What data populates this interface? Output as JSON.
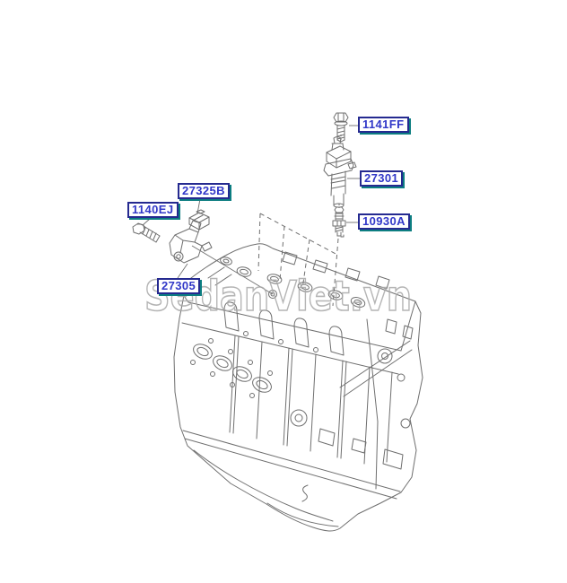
{
  "diagram": {
    "watermark": "SedanViet.vn",
    "labels": [
      {
        "code": "1141FF",
        "part": "coil-mounting-bolt"
      },
      {
        "code": "27301",
        "part": "ignition-coil"
      },
      {
        "code": "10930A",
        "part": "spark-plug"
      },
      {
        "code": "27325B",
        "part": "condenser"
      },
      {
        "code": "1140EJ",
        "part": "bracket-bolt"
      },
      {
        "code": "27305",
        "part": "ignition-coil-bracket"
      }
    ],
    "colors": {
      "background": "#ffffff",
      "line_art": "#6f6f6f",
      "label_border": "#252a90",
      "label_shadow": "#0d7e81",
      "label_text": "#3138c8",
      "watermark": "#a9a9a9"
    }
  }
}
